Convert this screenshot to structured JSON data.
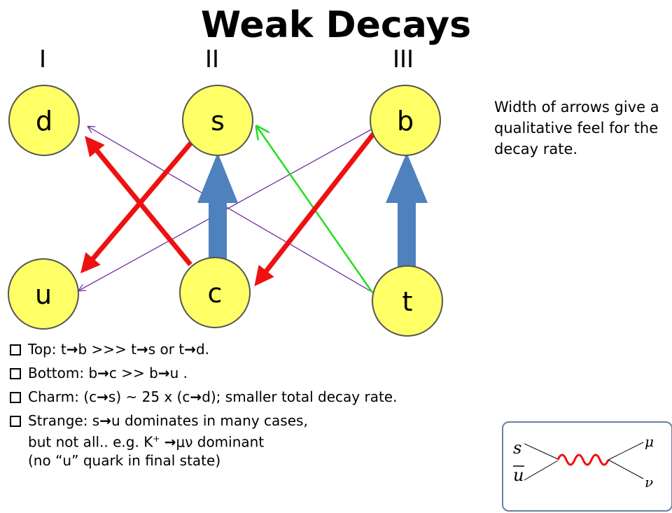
{
  "title": "Weak Decays",
  "generations": [
    "I",
    "II",
    "III"
  ],
  "quarks": {
    "d": "d",
    "s": "s",
    "b": "b",
    "u": "u",
    "c": "c",
    "t": "t"
  },
  "colors": {
    "node_fill": "#ffff66",
    "node_stroke": "#555555",
    "strong_arrow": "#ee1111",
    "dominant_arrow": "#4f81bd",
    "green_arrow": "#22dd22",
    "weak_arrow": "#7030a0",
    "wiggle": "#ee1111"
  },
  "side_note": "Width of arrows give a qualitative feel for the decay rate.",
  "bullets": {
    "top": {
      "a": "Top: t",
      "b": "b  >>>  t",
      "c": "s or t",
      "d": "d."
    },
    "bottom": {
      "a": "Bottom: b",
      "b": "c  >>  b",
      "c": "u ."
    },
    "charm": {
      "a": "Charm: (c",
      "b": "s) ~ 25 x (c",
      "c": "d); smaller total decay rate."
    },
    "strange": {
      "line1": "Strange: s",
      "line1b": "u dominates  in many cases,",
      "line2a": "but not all..  e.g.  K",
      "line2sup": "+",
      "line2b": "μν dominant",
      "line3": "(no “u” quark in final state)"
    },
    "arrow_glyph": "→"
  },
  "inset": {
    "s_label": "s",
    "ubar_label": "u",
    "mu_label": "μ",
    "nu_label": "ν"
  }
}
